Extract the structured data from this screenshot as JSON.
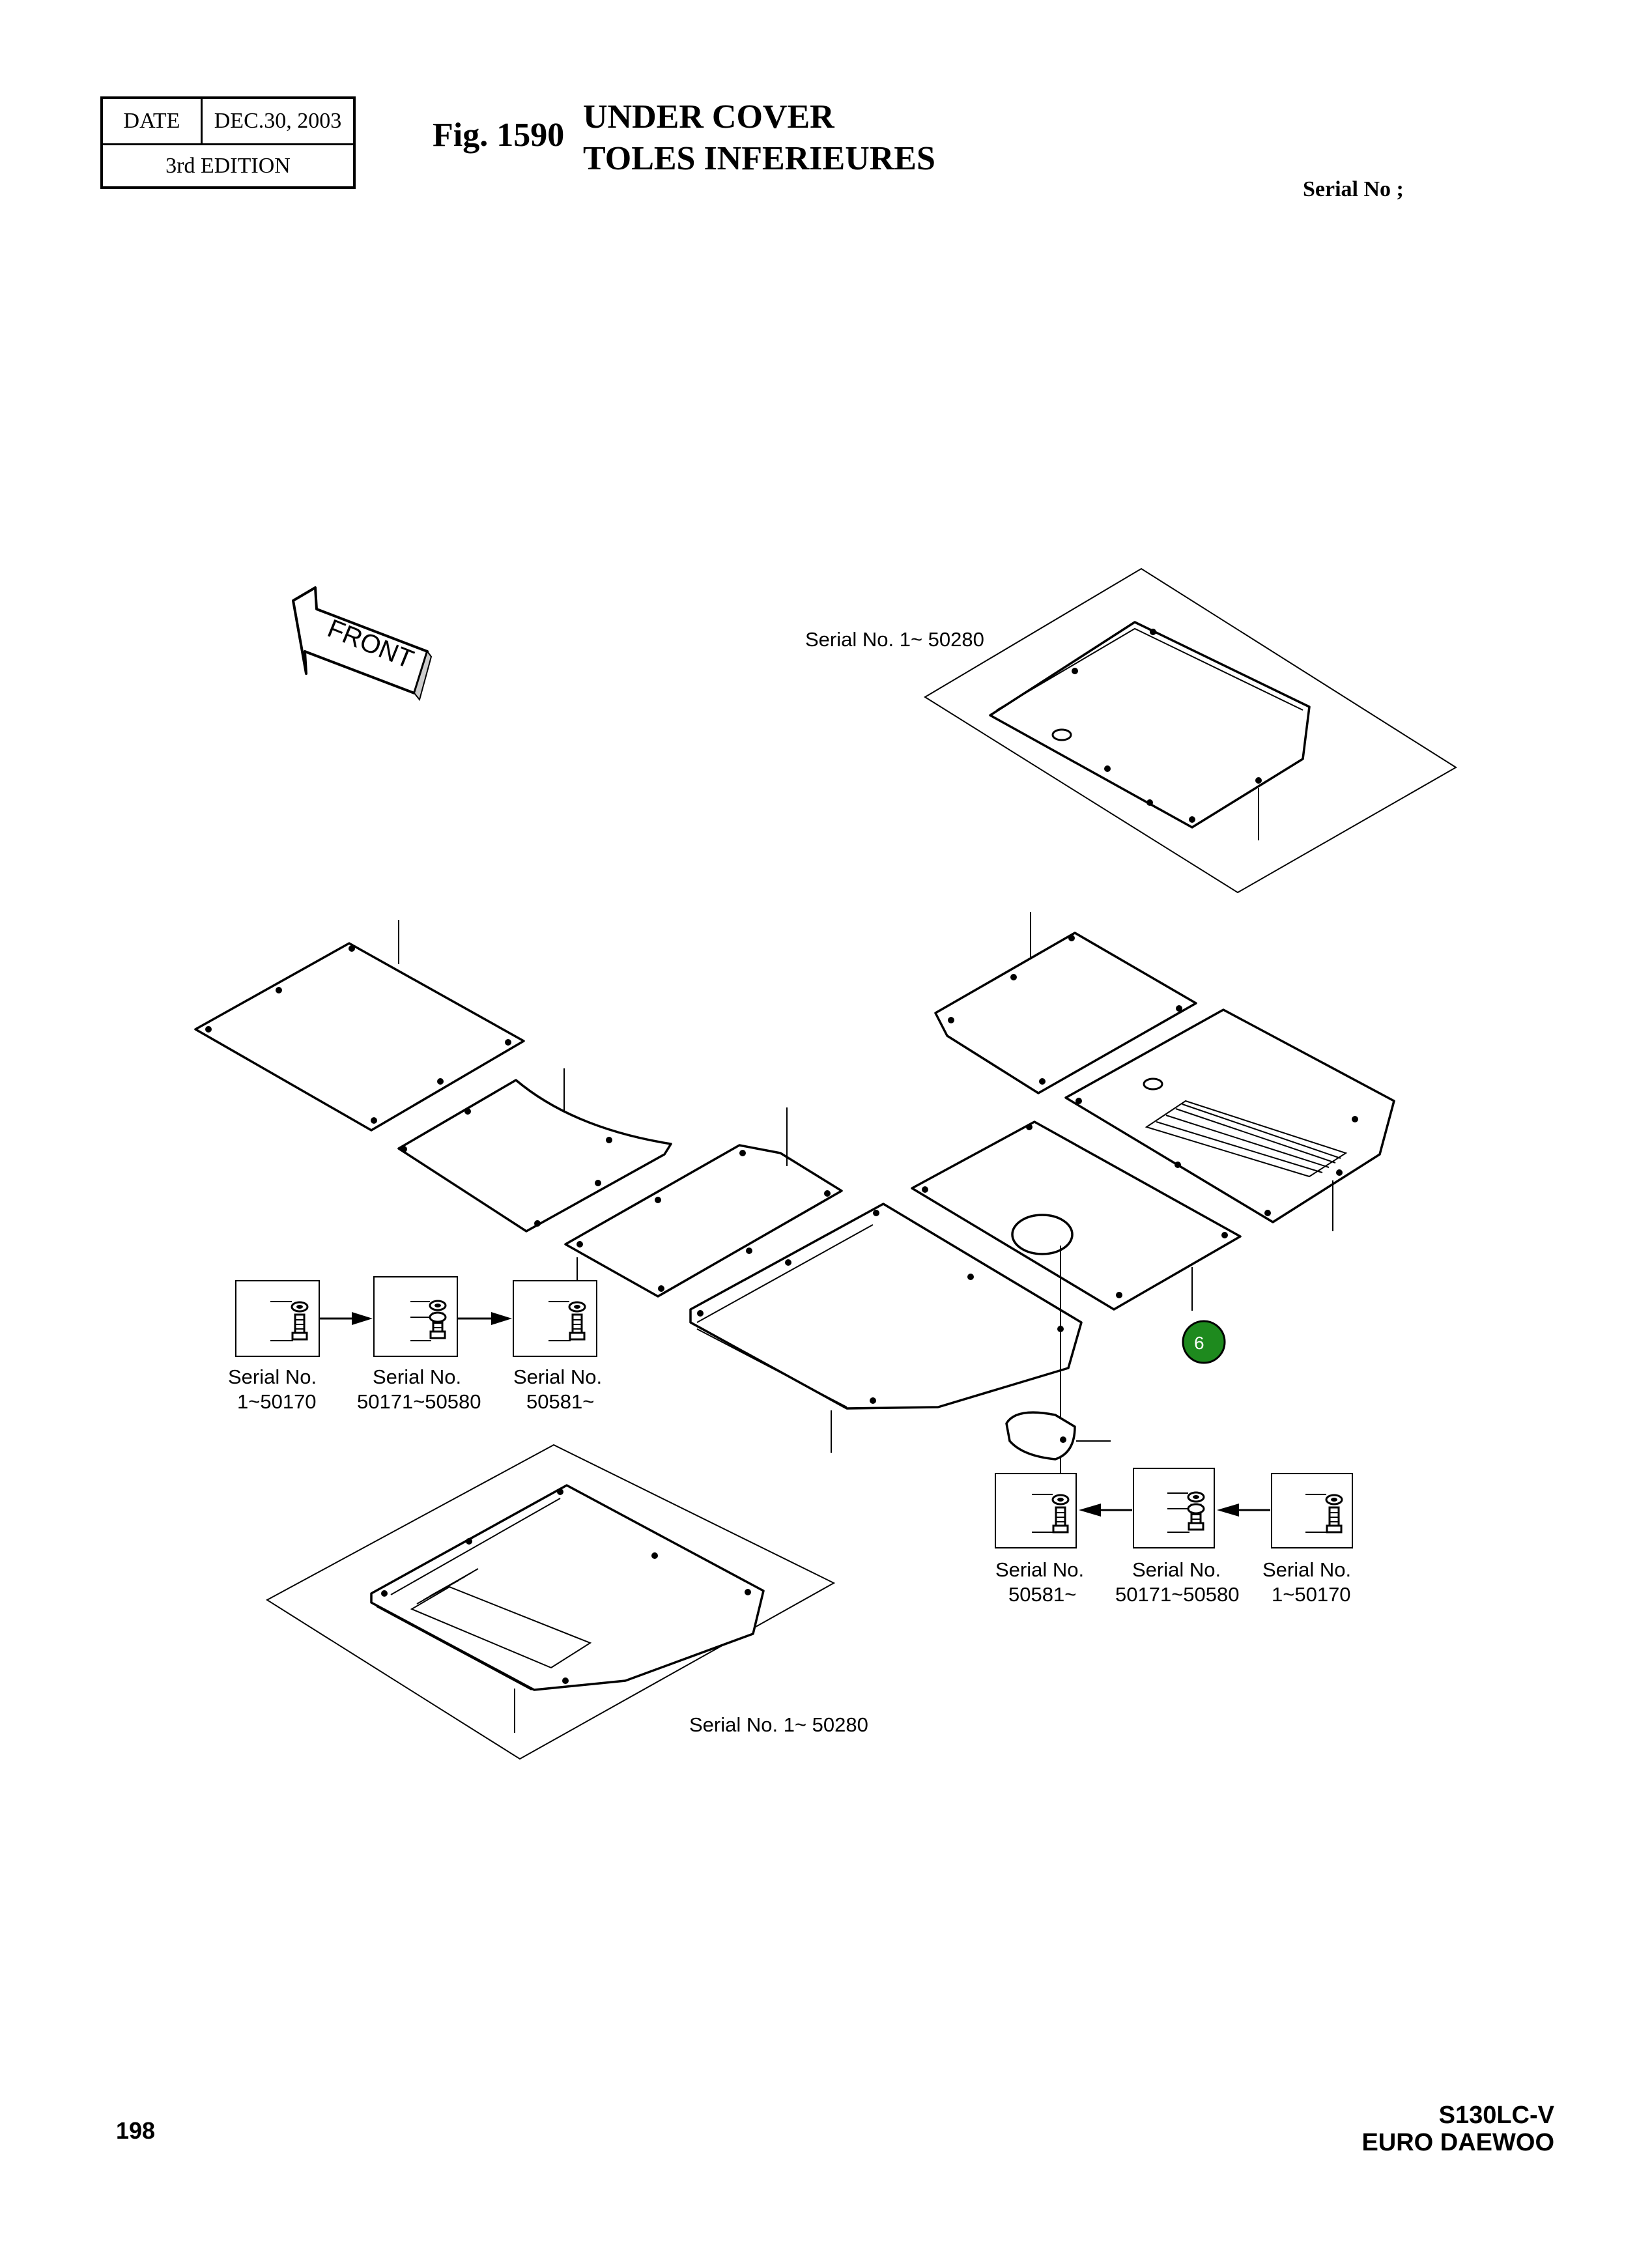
{
  "header": {
    "date_label": "DATE",
    "date_value": "DEC.30, 2003",
    "edition": "3rd  EDITION",
    "fig_label": "Fig. 1590",
    "title_en": "UNDER COVER",
    "title_fr": "TOLES INFERIEURES",
    "serial_header": "Serial No ;"
  },
  "diagram": {
    "front_label": "FRONT",
    "top_panel_serial": "Serial No. 1~ 50280",
    "bottom_panel_serial": "Serial No. 1~ 50280",
    "callout_number": "6",
    "callout_color": "#1e8a1e",
    "left_bolt_sets": [
      {
        "line1": "Serial No.",
        "line2": "1~50170"
      },
      {
        "line1": "Serial No.",
        "line2": "50171~50580"
      },
      {
        "line1": "Serial No.",
        "line2": "50581~"
      }
    ],
    "right_bolt_sets": [
      {
        "line1": "Serial No.",
        "line2": "50581~"
      },
      {
        "line1": "Serial No.",
        "line2": "50171~50580"
      },
      {
        "line1": "Serial No.",
        "line2": "1~50170"
      }
    ]
  },
  "footer": {
    "page_number": "198",
    "model": "S130LC-V",
    "brand": "EURO DAEWOO"
  }
}
